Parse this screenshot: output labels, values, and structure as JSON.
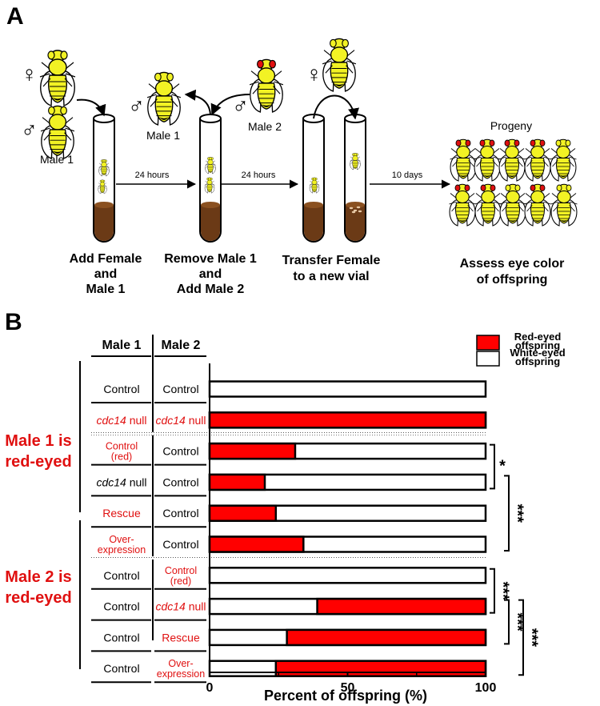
{
  "panel_a": {
    "label": "A",
    "symbols": {
      "female": "♀",
      "male": "♂"
    },
    "fly_labels": {
      "male1_left": "Male 1",
      "male1_removed": "Male 1",
      "male2": "Male 2",
      "progeny": "Progeny"
    },
    "arrow_labels": [
      "24 hours",
      "24 hours",
      "10 days"
    ],
    "steps": [
      [
        "Add Female",
        "and",
        "Male 1"
      ],
      [
        "Remove Male 1",
        "and",
        "Add Male 2"
      ],
      [
        "Transfer Female",
        "to a new vial"
      ],
      [
        "Assess eye color",
        "of offspring"
      ]
    ],
    "colors": {
      "fly_body": "#f2f224",
      "red_eye": "#e01010",
      "food": "#6b3a16",
      "egg": "#e8c9a6"
    }
  },
  "panel_b": {
    "label": "B",
    "col_headers": [
      "Male 1",
      "Male 2"
    ],
    "group_labels": [
      [
        "Male 1 is",
        "red-eyed"
      ],
      [
        "Male 2 is",
        "red-eyed"
      ]
    ],
    "rows": [
      {
        "m1": [
          "Control"
        ],
        "m1_red": false,
        "m2": [
          "Control"
        ],
        "m2_red": false
      },
      {
        "m1": [
          "cdc14",
          " null"
        ],
        "m1_red": true,
        "m1_italic_first": true,
        "m2": [
          "cdc14",
          " null"
        ],
        "m2_red": true,
        "m2_italic_first": true
      },
      {
        "m1": [
          "Control",
          "(red)"
        ],
        "m1_red": true,
        "m2": [
          "Control"
        ],
        "m2_red": false
      },
      {
        "m1": [
          "cdc14",
          " null"
        ],
        "m1_red": false,
        "m1_italic_first": true,
        "m2": [
          "Control"
        ],
        "m2_red": false
      },
      {
        "m1": [
          "Rescue"
        ],
        "m1_red": true,
        "m2": [
          "Control"
        ],
        "m2_red": false
      },
      {
        "m1": [
          "Over-",
          "expression"
        ],
        "m1_red": true,
        "m2": [
          "Control"
        ],
        "m2_red": false
      },
      {
        "m1": [
          "Control"
        ],
        "m1_red": false,
        "m2": [
          "Control",
          "(red)"
        ],
        "m2_red": true
      },
      {
        "m1": [
          "Control"
        ],
        "m1_red": false,
        "m2": [
          "cdc14",
          " null"
        ],
        "m2_red": true,
        "m2_italic_first": true
      },
      {
        "m1": [
          "Control"
        ],
        "m1_red": false,
        "m2": [
          "Rescue"
        ],
        "m2_red": true
      },
      {
        "m1": [
          "Control"
        ],
        "m1_red": false,
        "m2": [
          "Over-",
          "expression"
        ],
        "m2_red": true
      }
    ],
    "significance": [
      {
        "rows": [
          2,
          3
        ],
        "label": "*"
      },
      {
        "rows": [
          3,
          5
        ],
        "label": "***"
      },
      {
        "rows": [
          6,
          7
        ],
        "label": "***"
      },
      {
        "rows": [
          7,
          8
        ],
        "label": "***"
      },
      {
        "rows": [
          7,
          9
        ],
        "label": "***"
      }
    ]
  },
  "chart_data": {
    "type": "bar",
    "orientation": "horizontal",
    "stacked": true,
    "xlabel": "Percent of offspring (%)",
    "xlim": [
      0,
      100
    ],
    "xticks": [
      0,
      50,
      100
    ],
    "series": [
      {
        "name": "Red-eyed offspring",
        "color": "#ff0000",
        "start": [
          0,
          0,
          0,
          0,
          0,
          0,
          100,
          39,
          28,
          24
        ],
        "values": [
          0,
          100,
          31,
          20,
          24,
          34,
          0,
          61,
          72,
          76
        ]
      },
      {
        "name": "White-eyed offspring",
        "color": "#ffffff",
        "values": [
          100,
          0,
          69,
          80,
          76,
          66,
          100,
          39,
          28,
          24
        ]
      }
    ],
    "legend": {
      "position": "top-right",
      "entries": [
        [
          "Red-eyed",
          "offspring"
        ],
        [
          "White-eyed",
          "offspring"
        ]
      ]
    },
    "grid": false
  }
}
